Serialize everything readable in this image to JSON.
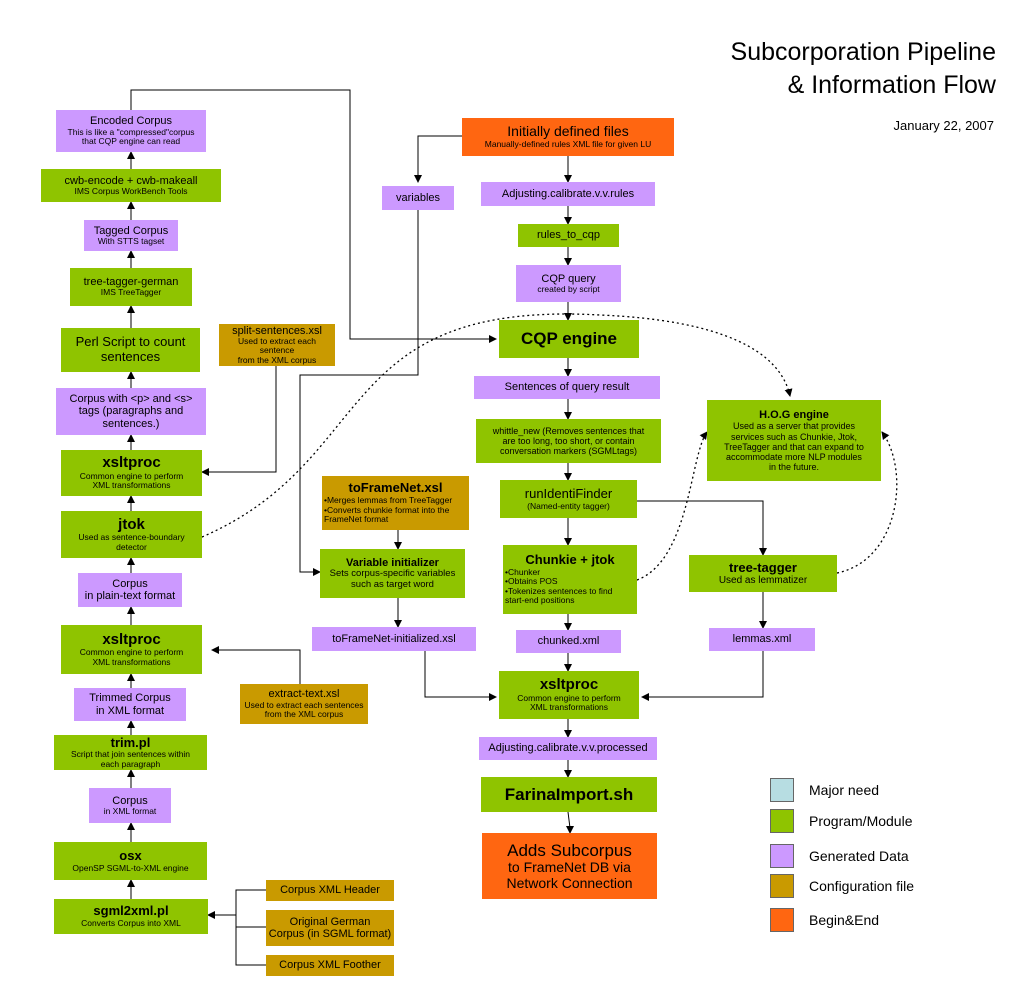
{
  "title": {
    "line1": "Subcorporation Pipeline",
    "line2": "& Information Flow",
    "date": "January 22, 2007"
  },
  "colors": {
    "program": "#8fc400",
    "data": "#cc99ff",
    "config": "#c99a00",
    "beginend": "#ff6611",
    "major_need": "#b7dde2"
  },
  "legend": [
    {
      "label": "Major need",
      "color": "#b7dde2"
    },
    {
      "label": "Program/Module",
      "color": "#8fc400"
    },
    {
      "label": "Generated Data",
      "color": "#cc99ff"
    },
    {
      "label": "Configuration file",
      "color": "#c99a00"
    },
    {
      "label": "Begin&End",
      "color": "#ff6611"
    }
  ],
  "nodes": {
    "encoded_corpus": {
      "title": "Encoded Corpus",
      "sub": "This is like a \"compressed\"corpus\nthat CQP engine can read"
    },
    "cwb_encode": {
      "title": "cwb-encode + cwb-makeall",
      "sub": "IMS Corpus WorkBench Tools"
    },
    "tagged_corpus": {
      "title": "Tagged Corpus",
      "sub": "With STTS tagset"
    },
    "tree_tagger_german": {
      "title": "tree-tagger-german",
      "sub": "IMS TreeTagger"
    },
    "perl_script": {
      "title": "Perl Script to count\nsentences"
    },
    "corpus_ps": {
      "title": "Corpus with <p> and <s>\ntags (paragraphs and\nsentences.)"
    },
    "xsltproc_1": {
      "title": "xsltproc",
      "sub": "Common engine to perform\nXML transformations"
    },
    "jtok": {
      "title": "jtok",
      "sub": "Used as sentence-boundary\ndetector"
    },
    "corpus_plain": {
      "title": "Corpus\nin plain-text format"
    },
    "xsltproc_2": {
      "title": "xsltproc",
      "sub": "Common engine to perform\nXML transformations"
    },
    "trimmed_corpus": {
      "title": "Trimmed Corpus\nin XML format"
    },
    "trim_pl": {
      "title": "trim.pl",
      "sub": "Script that join sentences within\neach paragraph"
    },
    "corpus_xml": {
      "title": "Corpus",
      "sub": "in XML format"
    },
    "osx": {
      "title": "osx",
      "sub": "OpenSP SGML-to-XML engine"
    },
    "sgml2xml": {
      "title": "sgml2xml.pl",
      "sub": "Converts Corpus into XML"
    },
    "corpus_xml_header": {
      "title": "Corpus XML Header"
    },
    "original_german": {
      "title": "Original German\nCorpus (in SGML format)"
    },
    "corpus_xml_footer": {
      "title": "Corpus XML Foother"
    },
    "split_sentences": {
      "title": "split-sentences.xsl",
      "sub": "Used to extract each sentence\nfrom the XML corpus"
    },
    "extract_text": {
      "title": "extract-text.xsl",
      "sub": "Used to extract each sentences\nfrom the XML corpus"
    },
    "initially_defined": {
      "title": "Initially defined files",
      "sub": "Manually-defined rules XML file for given LU"
    },
    "variables": {
      "title": "variables"
    },
    "adjusting_rules": {
      "title": "Adjusting.calibrate.v.v.rules"
    },
    "rules_to_cqp": {
      "title": "rules_to_cqp"
    },
    "cqp_query": {
      "title": "CQP query",
      "sub": "created by script"
    },
    "cqp_engine": {
      "title": "CQP engine"
    },
    "sentences_result": {
      "title": "Sentences of query result"
    },
    "whittle_new": {
      "title": "whittle_new (Removes sentences that\nare too long, too short, or contain\nconversation markers (SGMLtags)"
    },
    "runidentifinder": {
      "title": "runIdentiFinder",
      "sub": "(Named-entity tagger)"
    },
    "chunkie_jtok": {
      "title": "Chunkie + jtok",
      "sub": "•Chunker\n•Obtains POS\n•Tokenizes sentences to find\nstart-end positions"
    },
    "chunked_xml": {
      "title": "chunked.xml"
    },
    "tree_tagger": {
      "title": "tree-tagger",
      "sub": "Used as lemmatizer"
    },
    "lemmas_xml": {
      "title": "lemmas.xml"
    },
    "hog_engine": {
      "title": "H.O.G engine",
      "sub": "Used as a server that provides\nservices such as Chunkie, Jtok,\nTreeTagger and that can expand to\naccommodate more NLP modules\nin the future."
    },
    "toframenet_xsl": {
      "title": "toFrameNet.xsl",
      "sub": "•Merges lemmas from TreeTagger\n•Converts chunkie format into the\nFrameNet format"
    },
    "variable_initializer": {
      "title": "Variable initializer",
      "sub": "Sets corpus-specific variables\nsuch as target word"
    },
    "toframenet_initialized": {
      "title": "toFrameNet-initialized.xsl"
    },
    "xsltproc_3": {
      "title": "xsltproc",
      "sub": "Common engine to perform\nXML transformations"
    },
    "adjusting_processed": {
      "title": "Adjusting.calibrate.v.v.processed"
    },
    "farinaimport": {
      "title": "FarinaImport.sh"
    },
    "adds_subcorpus": {
      "title": "Adds Subcorpus",
      "sub": "to FrameNet DB via\nNetwork Connection"
    }
  }
}
